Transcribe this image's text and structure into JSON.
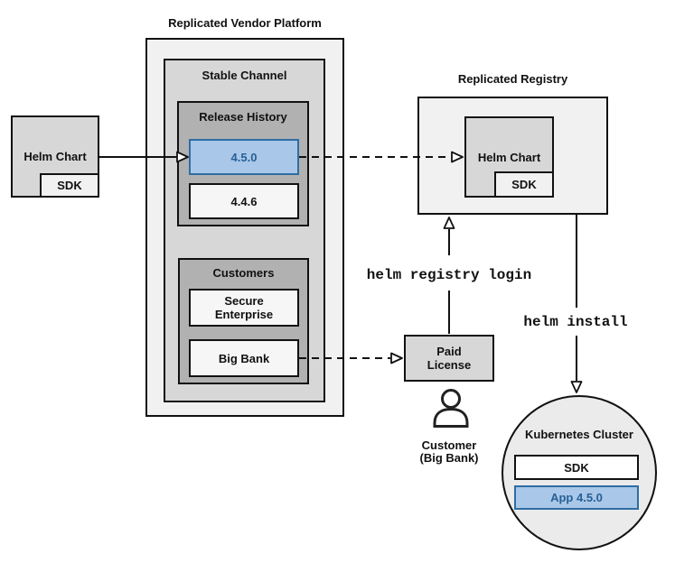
{
  "colors": {
    "highlight_fill": "#a9c7e8",
    "highlight_border": "#2e6da4",
    "highlight_text": "#275f97",
    "box_light_gray": "#f1f1f1",
    "box_medium_gray": "#d7d7d7",
    "box_dark_gray": "#b1b1b1",
    "line_color": "#111111"
  },
  "platform": {
    "title": "Replicated Vendor Platform",
    "stable_channel_label": "Stable Channel",
    "release_history_label": "Release History",
    "release_new": "4.5.0",
    "release_old": "4.4.6",
    "customers_label": "Customers",
    "customer_1": "Secure\nEnterprise",
    "customer_2": "Big Bank"
  },
  "source_chart": {
    "label": "Helm Chart",
    "sdk_label": "SDK"
  },
  "registry": {
    "title": "Replicated Registry",
    "chart_label": "Helm Chart",
    "sdk_label": "SDK"
  },
  "license": {
    "label": "Paid\nLicense"
  },
  "customer": {
    "label": "Customer\n(Big Bank)"
  },
  "commands": {
    "login": "helm registry login",
    "install": "helm install"
  },
  "cluster": {
    "label": "Kubernetes Cluster",
    "sdk_label": "SDK",
    "app_label": "App 4.5.0"
  }
}
